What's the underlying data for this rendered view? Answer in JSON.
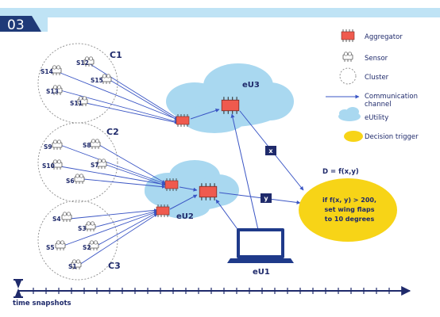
{
  "header": {
    "number": "03"
  },
  "clusters": [
    {
      "label": "C1",
      "sensors": [
        "S14",
        "S13",
        "S12",
        "S15",
        "S11"
      ]
    },
    {
      "label": "C2",
      "sensors": [
        "S9",
        "S8",
        "S10",
        "S7",
        "S6"
      ]
    },
    {
      "label": "C3",
      "sensors": [
        "S4",
        "S3",
        "S5",
        "S2",
        "S1"
      ]
    }
  ],
  "nodes": {
    "eu3": "eU3",
    "eu2": "eU2",
    "eu1": "eU1"
  },
  "messages": {
    "x": "x",
    "y": "y"
  },
  "decision": {
    "formula": "D = f(x,y)",
    "line1": "if f(x, y) > 200,",
    "line2": "set wing flaps",
    "line3": "to 10 degrees"
  },
  "legend": [
    {
      "icon": "aggregator-icon",
      "label": "Aggregator"
    },
    {
      "icon": "sensor-icon",
      "label": "Sensor"
    },
    {
      "icon": "cluster-icon",
      "label": "Cluster"
    },
    {
      "icon": "arrow-icon",
      "label": "Communication channel"
    },
    {
      "icon": "cloud-icon",
      "label": "eUtility"
    },
    {
      "icon": "ellipse-icon",
      "label": "Decision trigger"
    }
  ],
  "timeline": {
    "label": "time snapshots"
  },
  "colors": {
    "navy": "#1f2a6b",
    "sky": "#bfe3f5",
    "cloud": "#a9d8f0",
    "aggregator": "#ef5a4e",
    "decision": "#f7d417",
    "arrow": "#3a55c4"
  }
}
